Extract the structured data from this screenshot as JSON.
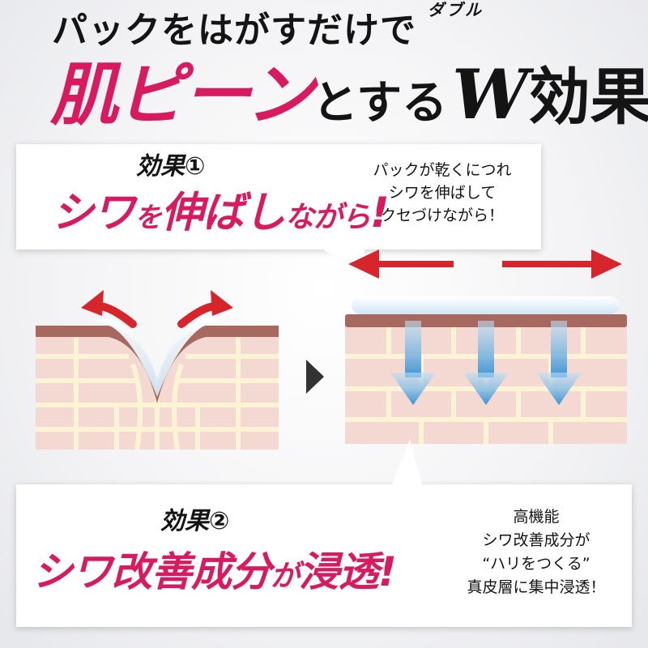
{
  "header": {
    "line1": "パックをはがすだけで",
    "ruby": "ダブル",
    "line2_pink": "肌ピーン",
    "line2_mid": "とする",
    "line2_w": "W",
    "line2_end": "効果"
  },
  "effect1": {
    "label": "効果①",
    "title_a": "シワ",
    "title_b": "を",
    "title_c": "伸ばし",
    "title_d": "ながら",
    "title_e": "!",
    "desc": [
      "パックが乾くにつれ",
      "シワを伸ばして",
      "クセづけながら！"
    ]
  },
  "effect2": {
    "label": "効果②",
    "title_a": "シワ改善成分",
    "title_b": "が",
    "title_c": "浸透",
    "title_d": "!",
    "desc": [
      "高機能",
      "シワ改善成分が",
      "“ハリをつくる”",
      "真皮層に集中浸透！"
    ]
  },
  "colors": {
    "accent_pink": "#d81b60",
    "arrow_red": "#d7262b",
    "arrow_blue": "#4a9fd8",
    "skin_top": "#a6685f",
    "skin_fill": "#f4d9d2",
    "dermis_line": "#fff3d6"
  }
}
